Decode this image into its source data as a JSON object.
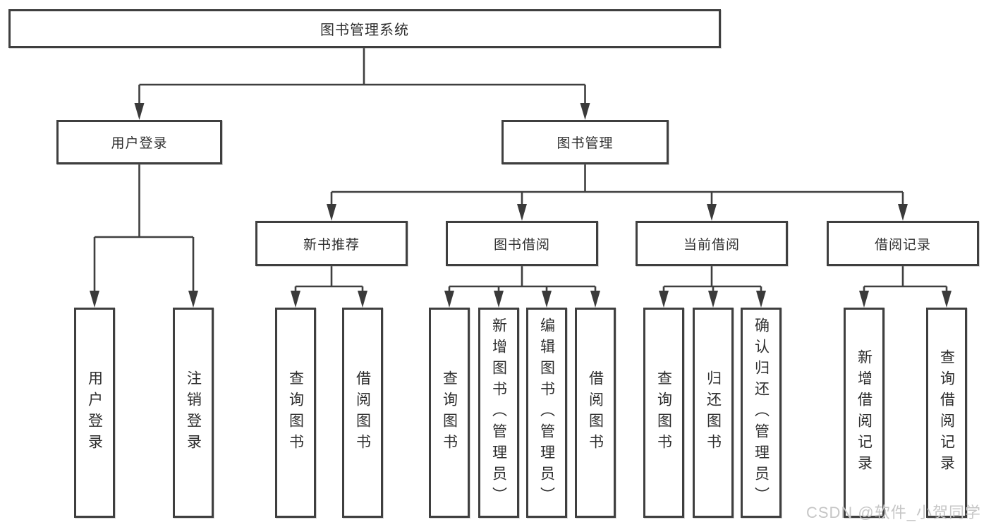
{
  "colors": {
    "line": "#3f3f3f",
    "box_border": "#3f3f3f",
    "text": "#2e2e2e",
    "watermark": "#c6c6c6",
    "background": "#ffffff"
  },
  "tree": {
    "root": {
      "label": "图书管理系统"
    },
    "level2": [
      {
        "label": "用户登录"
      },
      {
        "label": "图书管理"
      }
    ],
    "level3": [
      {
        "label": "新书推荐"
      },
      {
        "label": "图书借阅"
      },
      {
        "label": "当前借阅"
      },
      {
        "label": "借阅记录"
      }
    ],
    "leaves": {
      "user": [
        {
          "label": "用户登录"
        },
        {
          "label": "注销登录"
        }
      ],
      "new_books": [
        {
          "label": "查询图书"
        },
        {
          "label": "借阅图书"
        }
      ],
      "borrow": [
        {
          "label": "查询图书"
        },
        {
          "label": "新增图书（管理员）"
        },
        {
          "label": "编辑图书（管理员）"
        },
        {
          "label": "借阅图书"
        }
      ],
      "current": [
        {
          "label": "查询图书"
        },
        {
          "label": "归还图书"
        },
        {
          "label": "确认归还（管理员）"
        }
      ],
      "records": [
        {
          "label": "新增借阅记录"
        },
        {
          "label": "查询借阅记录"
        }
      ]
    }
  },
  "watermark": {
    "text": "CSDN @软件_小贺同学"
  }
}
